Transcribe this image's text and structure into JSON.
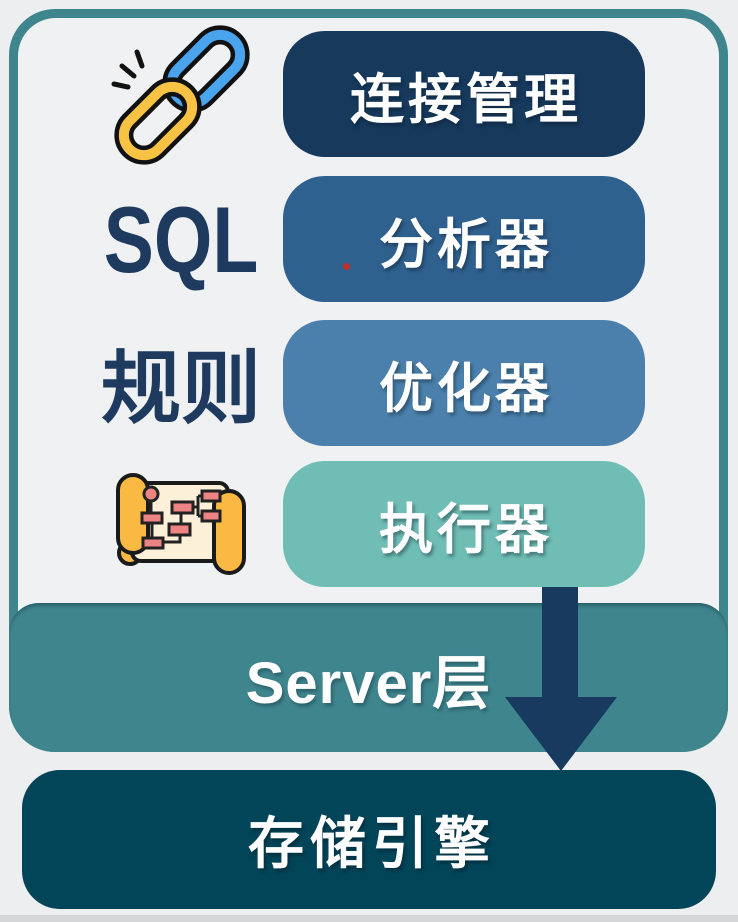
{
  "page": {
    "background": "#eceef0"
  },
  "diagram": {
    "container": {
      "border_color": "#3f858e",
      "inner_background": "#f0f1f2"
    },
    "side_labels": [
      {
        "text": "SQL",
        "color": "#1e3a5f"
      },
      {
        "text": "规则",
        "color": "#1e3a5f"
      }
    ],
    "layers": [
      {
        "label": "连接管理",
        "color": "#16395c",
        "text_color": "#ffffff"
      },
      {
        "label": "分析器",
        "color": "#2f618f",
        "text_color": "#ffffff"
      },
      {
        "label": "优化器",
        "color": "#4a80ab",
        "text_color": "#ffffff"
      },
      {
        "label": "执行器",
        "color": "#6fbdb4",
        "text_color": "#ffffff"
      }
    ],
    "server_layer": {
      "label": "Server层",
      "color": "#3f858e",
      "text_color": "#ffffff"
    },
    "storage_engine": {
      "label": "存储引擎",
      "color": "#024559",
      "text_color": "#ffffff"
    },
    "arrow": {
      "name": "down-arrow",
      "color": "#173a5e"
    },
    "icons": {
      "link": {
        "name": "link-icon",
        "blue": "#4aa3ed",
        "yellow": "#f8c244",
        "outline": "#111111"
      },
      "scroll": {
        "name": "flowchart-scroll-icon",
        "paper": "#fdf0d8",
        "roll": "#f9b942",
        "node": "#ee8383",
        "outline": "#1a1a1a"
      }
    },
    "red_dot_color": "#c03028"
  }
}
